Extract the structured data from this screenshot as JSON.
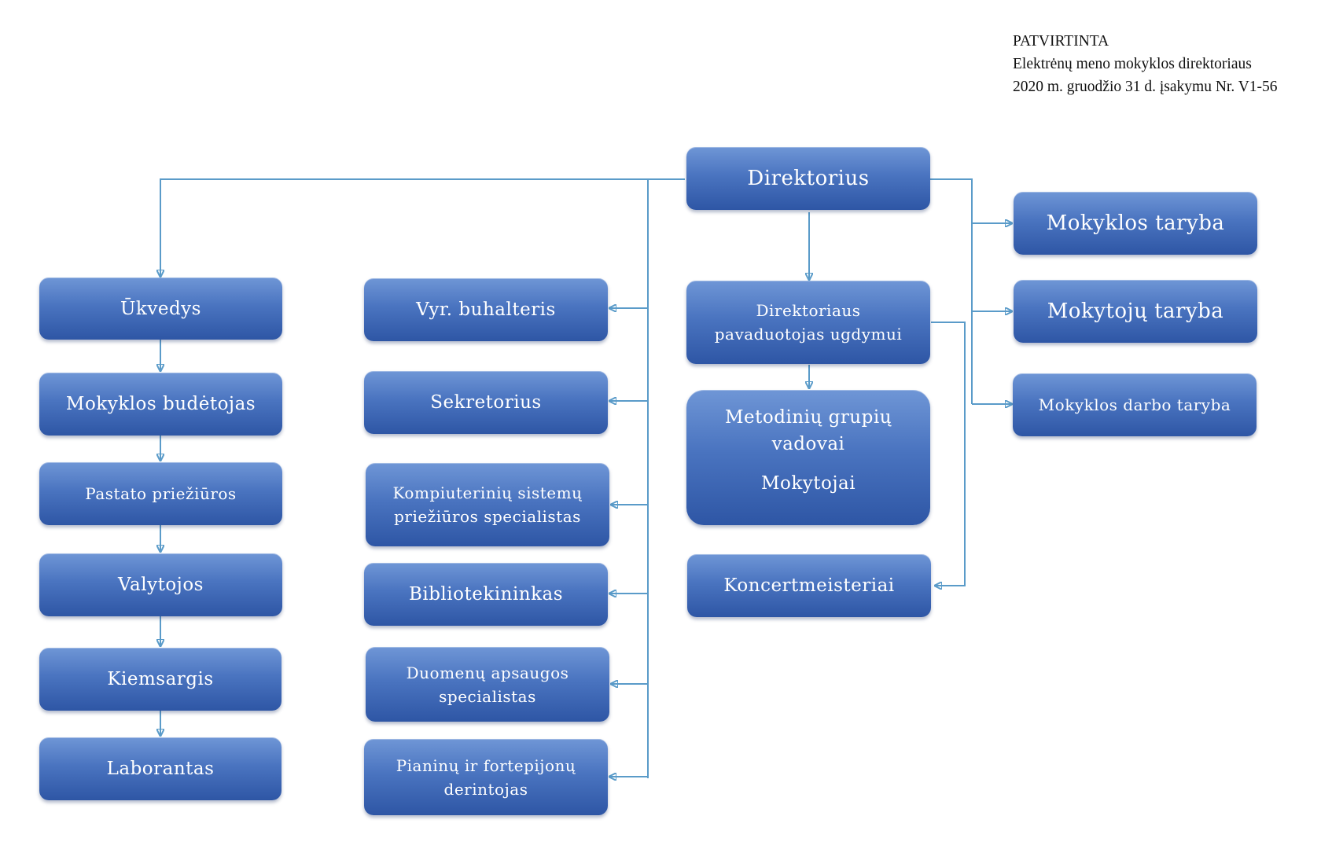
{
  "approval": {
    "line1": "PATVIRTINTA",
    "line2": "Elektrėnų meno mokyklos direktoriaus",
    "line3": "2020 m. gruodžio 31 d. įsakymu Nr. V1-56"
  },
  "nodes": {
    "direktorius": "Direktorius",
    "mokyklos_taryba": "Mokyklos taryba",
    "mokytoju_taryba": "Mokytojų taryba",
    "mokyklos_darbo_taryba": "Mokyklos darbo taryba",
    "pavaduotojas": "Direktoriaus pavaduotojas ugdymui",
    "metodiniu_grupiu_vadovai": "Metodinių grupių vadovai",
    "mokytojai": "Mokytojai",
    "koncertmeisteriai": "Koncertmeisteriai",
    "ukvedys": "Ūkvedys",
    "budetojas": "Mokyklos budėtojas",
    "pastato_prieziuros": "Pastato priežiūros",
    "valytojos": "Valytojos",
    "kiemsargis": "Kiemsargis",
    "laborantas": "Laborantas",
    "vyr_buhalteris": "Vyr. buhalteris",
    "sekretorius": "Sekretorius",
    "kompiuteriniu_specialistas": "Kompiuterinių sistemų priežiūros specialistas",
    "bibliotekininkas": "Bibliotekininkas",
    "duomenu_specialistas": "Duomenų apsaugos specialistas",
    "pianinu_derintojas": "Pianinų ir fortepijonų derintojas"
  }
}
